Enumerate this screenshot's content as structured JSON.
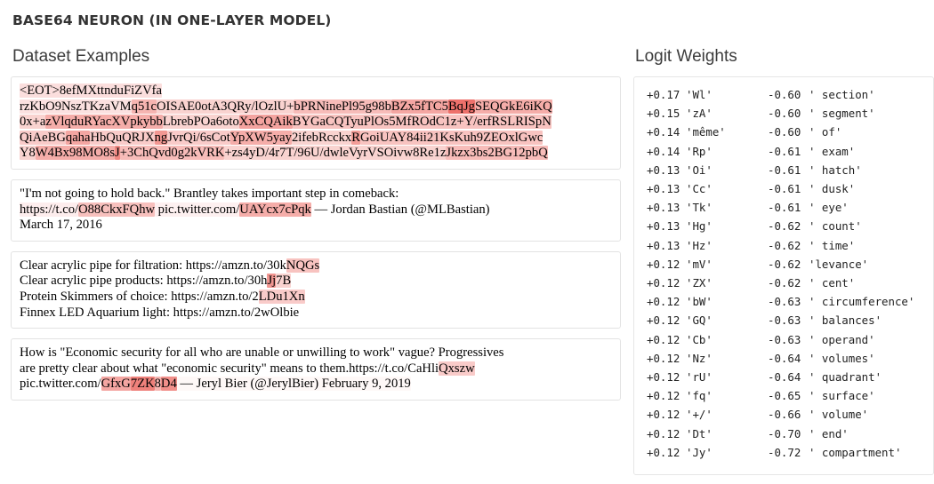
{
  "title": "BASE64 NEURON (IN ONE-LAYER MODEL)",
  "left": {
    "heading": "Dataset Examples",
    "examples": [
      {
        "name": "base64-blob",
        "lines": [
          [
            {
              "t": "<EOT>8efMXttnduFiZVfa",
              "hl": 0.22
            }
          ],
          [
            {
              "t": "rzKbO9NszTKzaVM",
              "hl": 0.2
            },
            {
              "t": "q51c",
              "hl": 0.5
            },
            {
              "t": "OISAE0otA3QRy/lOzlU+",
              "hl": 0.3
            },
            {
              "t": "bPRNinePl95g98b",
              "hl": 0.45
            },
            {
              "t": "BZx5fTC5",
              "hl": 0.6
            },
            {
              "t": "BqJg",
              "hl": 0.95
            },
            {
              "t": "SEQGkE6iKQ",
              "hl": 0.55
            }
          ],
          [
            {
              "t": "0x+a",
              "hl": 0.3
            },
            {
              "t": "zVlqduRYacXVpkybb",
              "hl": 0.55
            },
            {
              "t": "LbrebPOa6oto",
              "hl": 0.3
            },
            {
              "t": "XxCQAik",
              "hl": 0.62
            },
            {
              "t": "BYGaCQTyuPlOs5MfROdC1z+Y/erfRSLRISpN",
              "hl": 0.4
            }
          ],
          [
            {
              "t": "QiAeBG",
              "hl": 0.35
            },
            {
              "t": "qaha",
              "hl": 0.6
            },
            {
              "t": "HbQuQRJX",
              "hl": 0.35
            },
            {
              "t": "ng",
              "hl": 0.7
            },
            {
              "t": "JvrQi/6sCot",
              "hl": 0.35
            },
            {
              "t": "YpXW5yay",
              "hl": 0.55
            },
            {
              "t": "2ifebRcckx",
              "hl": 0.3
            },
            {
              "t": "R",
              "hl": 0.65
            },
            {
              "t": "GoiUAY84ii21KsKuh9ZEOxlGwc",
              "hl": 0.4
            }
          ],
          [
            {
              "t": "Y8",
              "hl": 0.3
            },
            {
              "t": "W4Bx98MO8s",
              "hl": 0.55
            },
            {
              "t": "J",
              "hl": 0.8
            },
            {
              "t": "+3ChQvd0g2kVRK",
              "hl": 0.45
            },
            {
              "t": "+zs4yD/4r7T/96U/dwleVyrVSOivw8Re1z",
              "hl": 0.3
            },
            {
              "t": "Jkzx3bs2BG12pbQ",
              "hl": 0.45
            }
          ]
        ]
      },
      {
        "name": "brantley-tweet",
        "lines": [
          [
            {
              "t": "\"I'm not going to hold back.\" Brantley takes important step in comeback:",
              "hl": 0
            }
          ],
          [
            {
              "t": "https://t.co/",
              "hl": 0.12
            },
            {
              "t": "O88CkxFQhw",
              "hl": 0.42
            },
            {
              "t": " pic.twitter.com/",
              "hl": 0.1
            },
            {
              "t": "UAYcx7cPqk",
              "hl": 0.55
            },
            {
              "t": " — Jordan Bastian (@MLBastian)",
              "hl": 0
            }
          ],
          [
            {
              "t": "March 17, 2016",
              "hl": 0
            }
          ]
        ]
      },
      {
        "name": "aquarium-links",
        "lines": [
          [
            {
              "t": "Clear acrylic pipe for filtration: https://amzn.to/30k",
              "hl": 0
            },
            {
              "t": "NQGs",
              "hl": 0.4
            }
          ],
          [
            {
              "t": "Clear acrylic pipe products: https://amzn.to/30h",
              "hl": 0
            },
            {
              "t": "Jj",
              "hl": 0.7
            },
            {
              "t": "7B",
              "hl": 0.3
            }
          ],
          [
            {
              "t": "Protein Skimmers of choice: https://amzn.to/2",
              "hl": 0
            },
            {
              "t": "LDu1Xn",
              "hl": 0.35
            }
          ],
          [
            {
              "t": "Finnex LED Aquarium light: https://amzn.to/2wOlbie",
              "hl": 0
            }
          ]
        ]
      },
      {
        "name": "economic-security-tweet",
        "lines": [
          [
            {
              "t": "How is \"Economic security for all who are unable or unwilling to work\" vague? Progressives",
              "hl": 0
            }
          ],
          [
            {
              "t": "are pretty clear about what \"economic security\" means to them.https://t.co/CaHli",
              "hl": 0
            },
            {
              "t": "Qxszw",
              "hl": 0.35
            }
          ],
          [
            {
              "t": "pic.twitter.com/",
              "hl": 0
            },
            {
              "t": "GfxG",
              "hl": 0.6
            },
            {
              "t": "7ZK",
              "hl": 0.85
            },
            {
              "t": "8",
              "hl": 0.5
            },
            {
              "t": "D4",
              "hl": 0.75
            },
            {
              "t": " — Jeryl Bier (@JerylBier) February 9, 2019",
              "hl": 0.05
            }
          ]
        ]
      }
    ]
  },
  "right": {
    "heading": "Logit Weights",
    "rows": [
      {
        "pos_val": "+0.17",
        "pos_tok": "'Wl'",
        "neg_val": "-0.60",
        "neg_tok": "' section'"
      },
      {
        "pos_val": "+0.15",
        "pos_tok": "'zA'",
        "neg_val": "-0.60",
        "neg_tok": "' segment'"
      },
      {
        "pos_val": "+0.14",
        "pos_tok": "'même'",
        "neg_val": "-0.60",
        "neg_tok": "' of'"
      },
      {
        "pos_val": "+0.14",
        "pos_tok": "'Rp'",
        "neg_val": "-0.61",
        "neg_tok": "' exam'"
      },
      {
        "pos_val": "+0.13",
        "pos_tok": "'Oi'",
        "neg_val": "-0.61",
        "neg_tok": "' hatch'"
      },
      {
        "pos_val": "+0.13",
        "pos_tok": "'Cc'",
        "neg_val": "-0.61",
        "neg_tok": "' dusk'"
      },
      {
        "pos_val": "+0.13",
        "pos_tok": "'Tk'",
        "neg_val": "-0.61",
        "neg_tok": "' eye'"
      },
      {
        "pos_val": "+0.13",
        "pos_tok": "'Hg'",
        "neg_val": "-0.62",
        "neg_tok": "' count'"
      },
      {
        "pos_val": "+0.13",
        "pos_tok": "'Hz'",
        "neg_val": "-0.62",
        "neg_tok": "' time'"
      },
      {
        "pos_val": "+0.12",
        "pos_tok": "'mV'",
        "neg_val": "-0.62",
        "neg_tok": "'levance'"
      },
      {
        "pos_val": "+0.12",
        "pos_tok": "'ZX'",
        "neg_val": "-0.62",
        "neg_tok": "' cent'"
      },
      {
        "pos_val": "+0.12",
        "pos_tok": "'bW'",
        "neg_val": "-0.63",
        "neg_tok": "' circumference'"
      },
      {
        "pos_val": "+0.12",
        "pos_tok": "'GQ'",
        "neg_val": "-0.63",
        "neg_tok": "' balances'"
      },
      {
        "pos_val": "+0.12",
        "pos_tok": "'Cb'",
        "neg_val": "-0.63",
        "neg_tok": "' operand'"
      },
      {
        "pos_val": "+0.12",
        "pos_tok": "'Nz'",
        "neg_val": "-0.64",
        "neg_tok": "' volumes'"
      },
      {
        "pos_val": "+0.12",
        "pos_tok": "'rU'",
        "neg_val": "-0.64",
        "neg_tok": "' quadrant'"
      },
      {
        "pos_val": "+0.12",
        "pos_tok": "'fq'",
        "neg_val": "-0.65",
        "neg_tok": "' surface'"
      },
      {
        "pos_val": "+0.12",
        "pos_tok": "'+/'",
        "neg_val": "-0.66",
        "neg_tok": "' volume'"
      },
      {
        "pos_val": "+0.12",
        "pos_tok": "'Dt'",
        "neg_val": "-0.70",
        "neg_tok": "' end'"
      },
      {
        "pos_val": "+0.12",
        "pos_tok": "'Jy'",
        "neg_val": "-0.72",
        "neg_tok": "' compartment'"
      }
    ]
  },
  "colors": {
    "highlight": "#e8453c",
    "text": "#000000",
    "title": "#333333",
    "card_border": "#e3e3e3"
  }
}
